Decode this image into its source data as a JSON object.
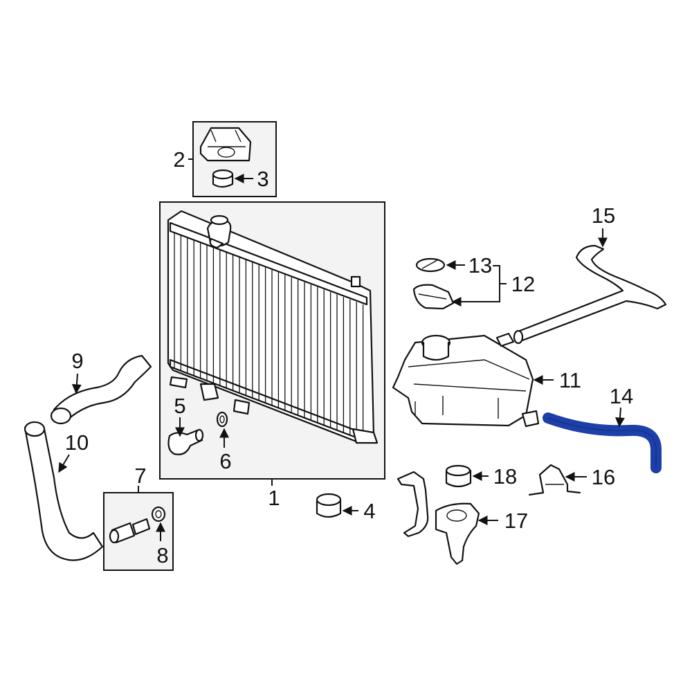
{
  "diagram": {
    "highlight_color": "#1d3fa8",
    "highlighted_part": "14",
    "callouts": {
      "c1": "1",
      "c2": "2",
      "c3": "3",
      "c4": "4",
      "c5": "5",
      "c6": "6",
      "c7": "7",
      "c8": "8",
      "c9": "9",
      "c10": "10",
      "c11": "11",
      "c12": "12",
      "c13": "13",
      "c14": "14",
      "c15": "15",
      "c16": "16",
      "c17": "17",
      "c18": "18"
    }
  }
}
